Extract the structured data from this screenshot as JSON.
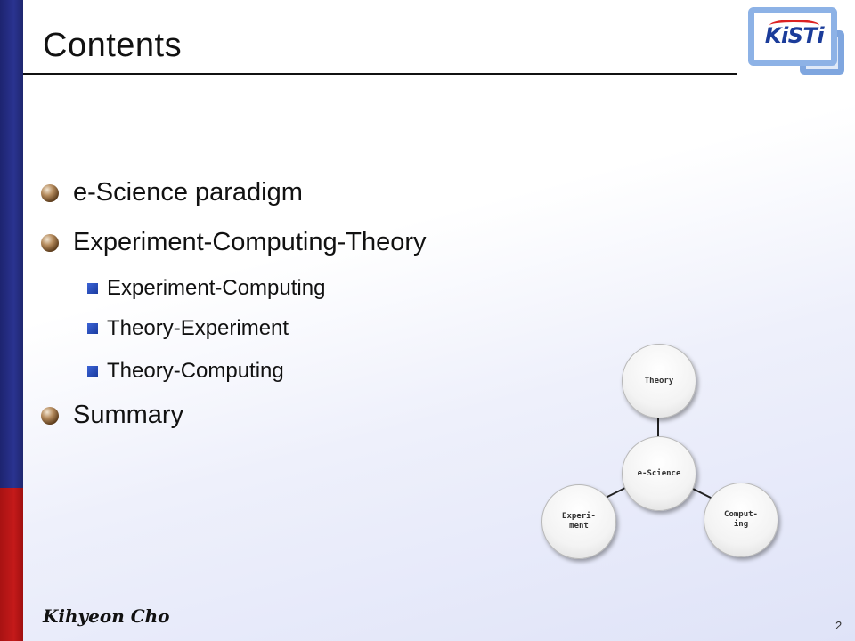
{
  "slide": {
    "title": "Contents",
    "logo_text": "KiSTi",
    "bullets": [
      {
        "label": "e-Science paradigm"
      },
      {
        "label": "Experiment-Computing-Theory"
      },
      {
        "label": "Summary"
      }
    ],
    "sub_bullets": [
      {
        "label": "Experiment-Computing"
      },
      {
        "label": "Theory-Experiment"
      },
      {
        "label": "Theory-Computing"
      }
    ],
    "diagram": {
      "center": "e-Science",
      "top": "Theory",
      "left": "Experi-\nment",
      "right": "Comput-\ning"
    },
    "author": "Kihyeon Cho",
    "page_number": "2"
  },
  "colors": {
    "left_bar_blue": "#2a3390",
    "left_bar_red": "#c41a1a",
    "sub_bullet_square": "#2b4fc2",
    "logo_blue": "#1b3c9a"
  }
}
